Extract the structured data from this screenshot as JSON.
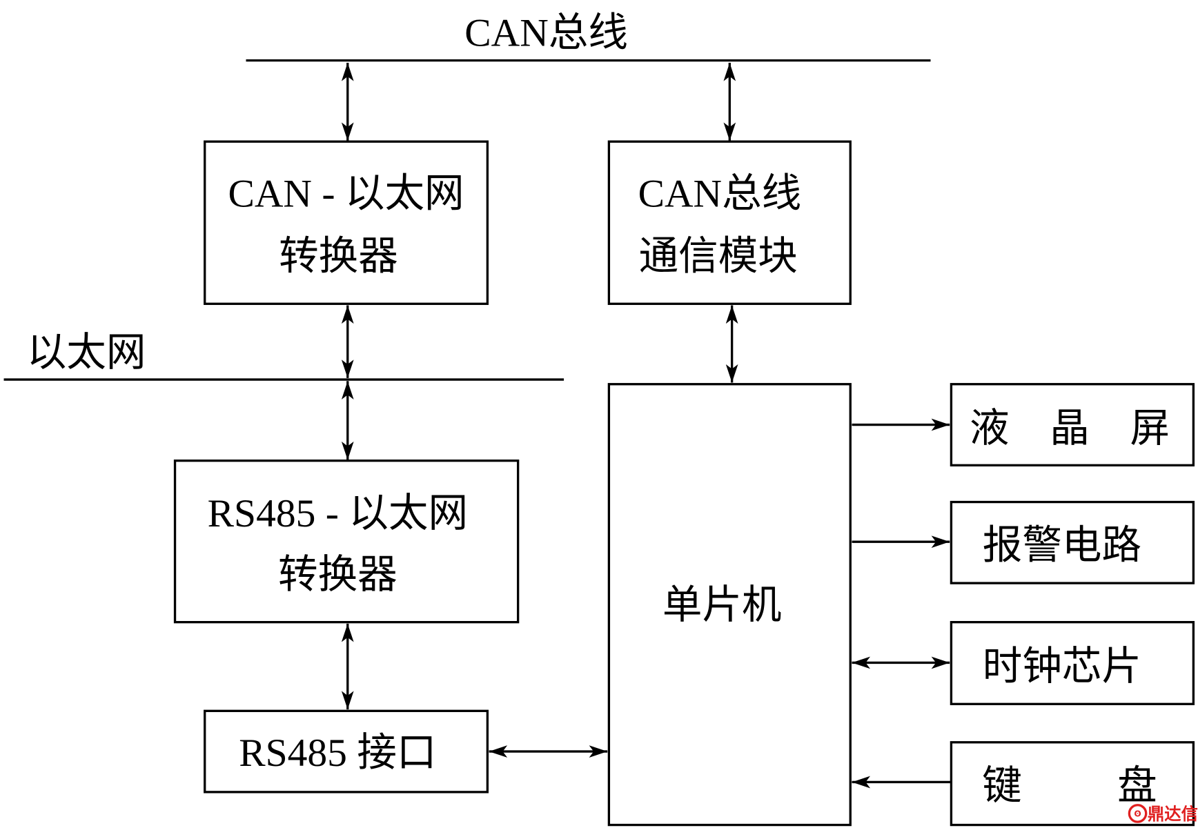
{
  "buses": {
    "can_bus_label": "CAN总线",
    "ethernet_label": "以太网"
  },
  "blocks": {
    "can_ethernet_converter": {
      "line1": "CAN - 以太网",
      "line2": "转换器"
    },
    "can_comm_module": {
      "line1": "CAN总线",
      "line2": "通信模块"
    },
    "rs485_ethernet_converter": {
      "line1": "RS485 - 以太网",
      "line2": "转换器"
    },
    "rs485_interface": {
      "label": "RS485 接口"
    },
    "mcu": {
      "label": "单片机"
    },
    "lcd": {
      "label": "液 晶 屏"
    },
    "alarm_circuit": {
      "label": "报警电路"
    },
    "clock_chip": {
      "label": "时钟芯片"
    },
    "keyboard": {
      "label": "键 盘"
    }
  },
  "watermark": {
    "text": "鼎达信",
    "color": "#e02020"
  },
  "colors": {
    "stroke": "#000000",
    "background": "#ffffff"
  }
}
